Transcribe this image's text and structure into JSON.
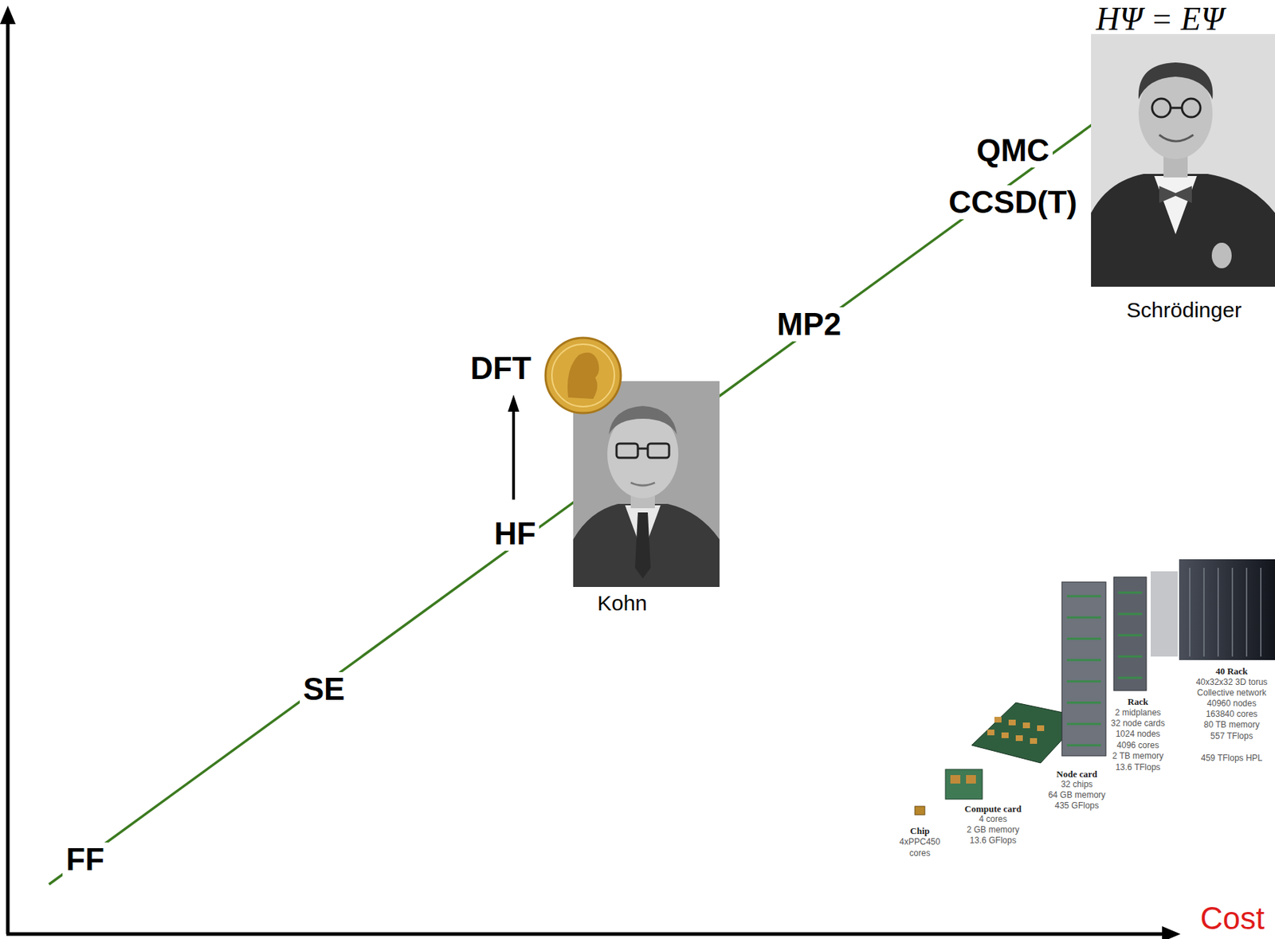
{
  "diagram": {
    "labels": [
      "HΨ = EΨ",
      "QMC",
      "CCSD(T)",
      "Schrödinger",
      "MP2",
      "DFT",
      "Kohn",
      "HF",
      "SE",
      "FF",
      "40 Rack",
      "40x32x32 3D torus",
      "Collective network",
      "40960 nodes",
      "163840 cores",
      "80 TB memory",
      "557 TFlops",
      "459 TFlops HPL",
      "Rack",
      "2 midplanes",
      "32 node cards",
      "1024 nodes",
      "4096 cores",
      "2 TB memory",
      "13.6 TFlops",
      "Node card",
      "32 chips",
      "64 GB memory",
      "435 GFlops",
      "Compute card",
      "4 cores",
      "2 GB memory",
      "13.6 GFlops",
      "Chip",
      "4xPPC450",
      "cores",
      "Cost"
    ]
  }
}
